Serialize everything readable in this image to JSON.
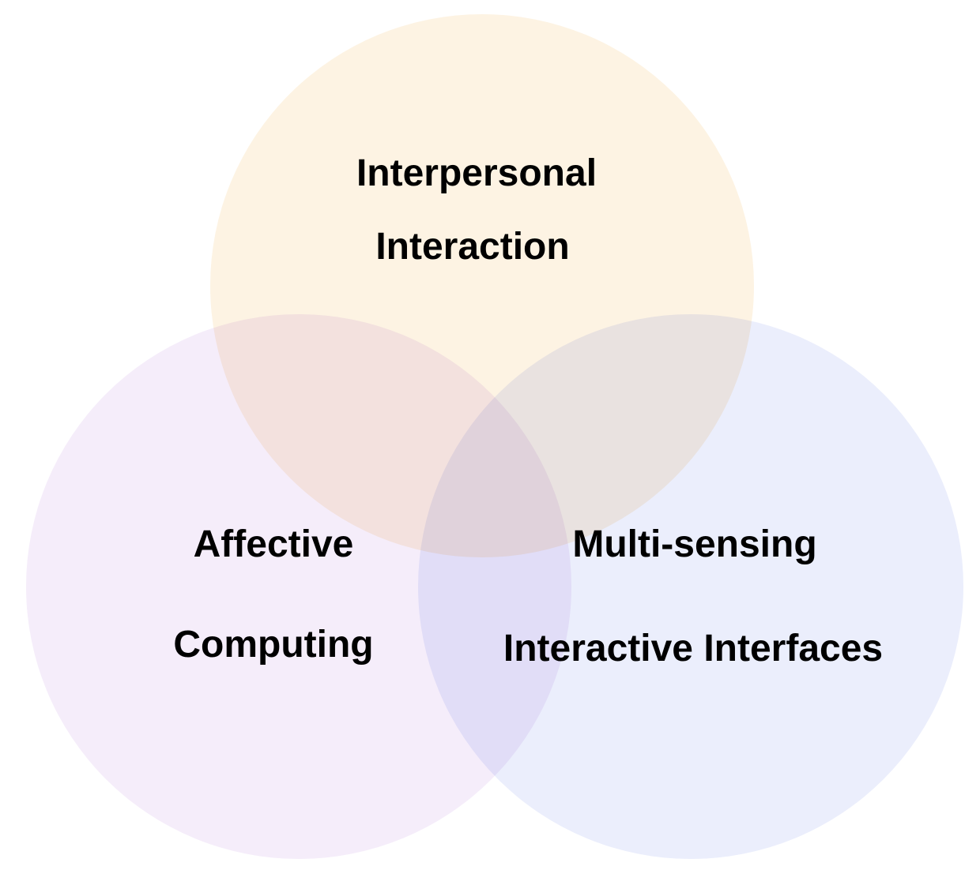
{
  "diagram": {
    "type": "venn",
    "sets": [
      {
        "id": "interpersonal",
        "lines": [
          "Interpersonal",
          "Interaction"
        ],
        "fill": "#FDF3E3"
      },
      {
        "id": "affective",
        "lines": [
          "Affective",
          "Computing"
        ],
        "fill": "#F5EDFA"
      },
      {
        "id": "multisensing",
        "lines": [
          "Multi-sensing",
          "Interactive Interfaces"
        ],
        "fill": "#EBEEFC"
      }
    ]
  }
}
